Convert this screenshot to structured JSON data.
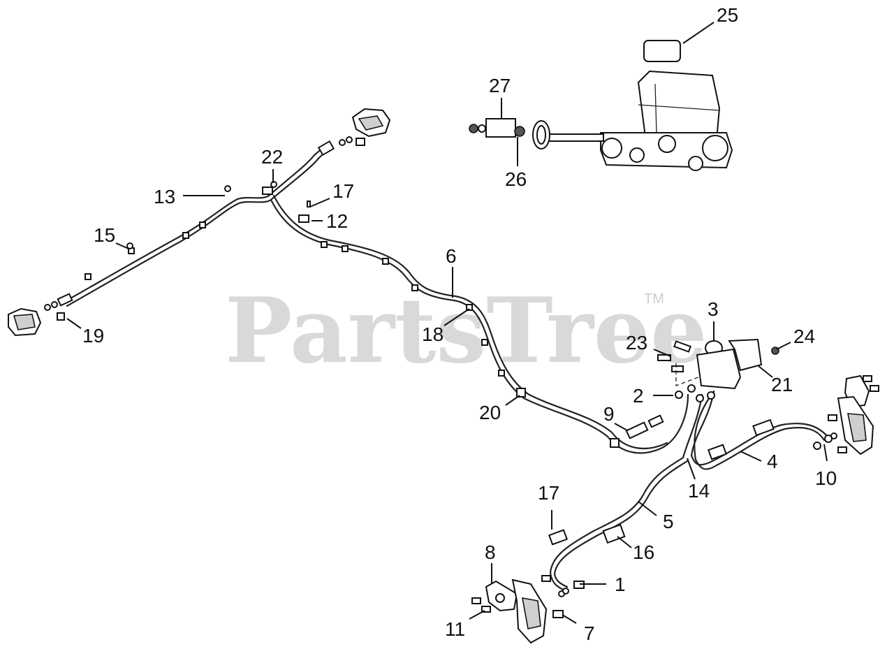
{
  "watermark": {
    "text": "PartsTree",
    "trademark": "TM"
  },
  "callouts": [
    {
      "label": "1"
    },
    {
      "label": "2"
    },
    {
      "label": "3"
    },
    {
      "label": "4"
    },
    {
      "label": "5"
    },
    {
      "label": "6"
    },
    {
      "label": "7"
    },
    {
      "label": "8"
    },
    {
      "label": "9"
    },
    {
      "label": "10"
    },
    {
      "label": "11"
    },
    {
      "label": "12"
    },
    {
      "label": "13"
    },
    {
      "label": "14"
    },
    {
      "label": "15"
    },
    {
      "label": "16"
    },
    {
      "label": "17"
    },
    {
      "label": "17"
    },
    {
      "label": "18"
    },
    {
      "label": "19"
    },
    {
      "label": "20"
    },
    {
      "label": "21"
    },
    {
      "label": "22"
    },
    {
      "label": "23"
    },
    {
      "label": "24"
    },
    {
      "label": "25"
    },
    {
      "label": "26"
    },
    {
      "label": "27"
    }
  ]
}
